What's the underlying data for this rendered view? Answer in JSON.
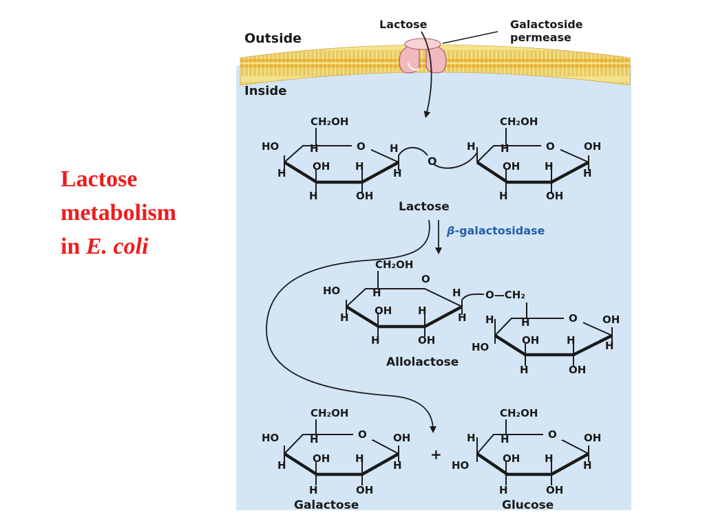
{
  "slide": {
    "title_line1": "Lactose",
    "title_line2": "metabolism",
    "title_line3_prefix": "in ",
    "title_line3_italic": "E. coli",
    "title_color": "#ee1c1c"
  },
  "figure": {
    "region_outside": "Outside",
    "region_inside": "Inside",
    "transport_substrate": "Lactose",
    "transporter_line1": "Galactoside",
    "transporter_line2": "permease",
    "molecule_lactose": "Lactose",
    "molecule_allolactose": "Allolactose",
    "molecule_galactose": "Galactose",
    "molecule_glucose": "Glucose",
    "enzyme_greek": "β",
    "enzyme_name": "-galactosidase",
    "plus_sign": "+",
    "atom_labels": {
      "ch2oh": "CH₂OH",
      "ch2": "CH₂",
      "o": "O",
      "oh": "OH",
      "ho": "HO",
      "h": "H",
      "glycosidic_o": "O",
      "glycosidic_o_ch2": "O—CH₂"
    },
    "colors": {
      "cytoplasm": "#d4e6f5",
      "membrane_head": "#e8b33a",
      "membrane_tail": "#f3e28a",
      "permease": "#f0b9bd",
      "enzyme_text": "#1f5fa8"
    }
  }
}
